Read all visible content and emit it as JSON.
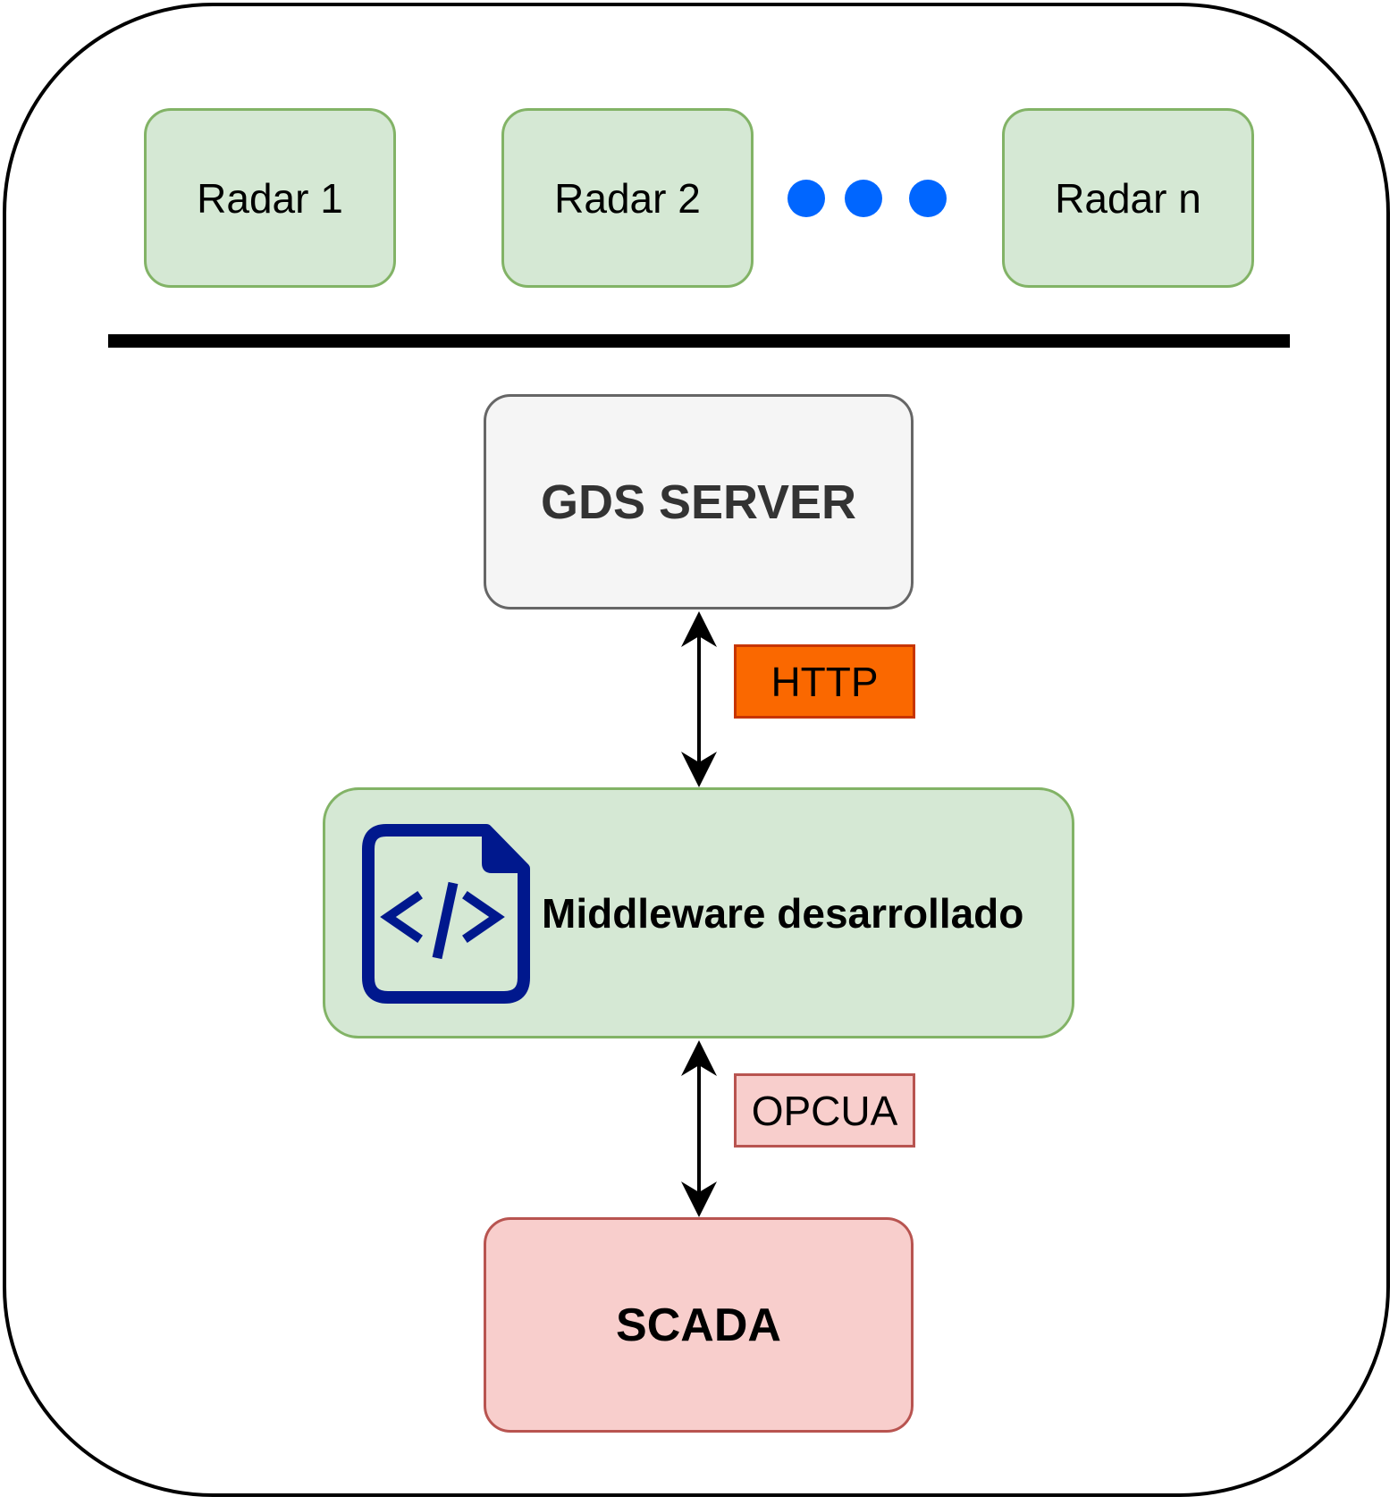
{
  "radars": [
    {
      "label": "Radar 1"
    },
    {
      "label": "Radar 2"
    },
    {
      "label": "Radar n"
    }
  ],
  "ellipsis": {
    "color": "#0066ff"
  },
  "gds_server": {
    "label": "GDS SERVER",
    "color": "#f5f5f5"
  },
  "middleware": {
    "label": "Middleware desarrollado",
    "icon": "code-file-icon",
    "icon_color": "#00188d",
    "color": "#d5e8d4"
  },
  "scada": {
    "label": "SCADA",
    "color": "#f8cecc"
  },
  "connections": [
    {
      "from": "GDS SERVER",
      "to": "Middleware desarrollado",
      "protocol": "HTTP",
      "protocol_color": "#fa6800",
      "direction": "bidirectional"
    },
    {
      "from": "Middleware desarrollado",
      "to": "SCADA",
      "protocol": "OPCUA",
      "protocol_color": "#f8cecc",
      "direction": "bidirectional"
    }
  ]
}
